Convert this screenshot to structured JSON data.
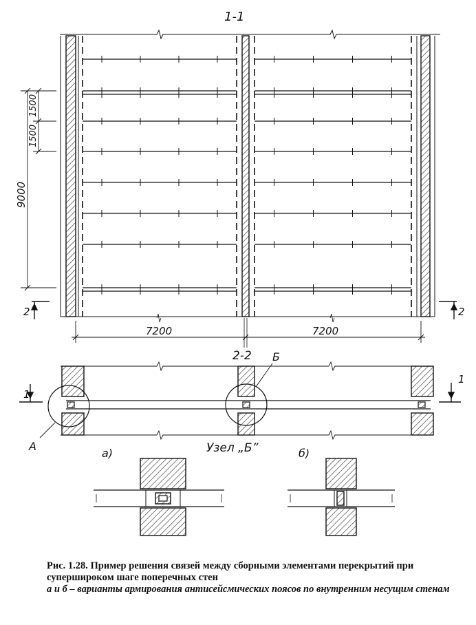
{
  "labels": {
    "section_1_1": "1-1",
    "section_2_2": "2-2",
    "dim_9000": "9000",
    "dim_1500_a": "1500",
    "dim_1500_b": "1500",
    "dim_7200_left": "7200",
    "dim_7200_right": "7200",
    "cut_2_left": "2",
    "cut_2_right": "2",
    "cut_1_left": "1",
    "cut_1_right": "1",
    "node_a": "А",
    "node_b": "Б",
    "node_b_title": "Узел „Б”",
    "variant_a": "а)",
    "variant_b": "б)"
  },
  "caption": {
    "figure": "Рис. 1.28.",
    "title": "Пример решения связей между сборными элементами перекрытий при суперширокoм шаге поперечных стен",
    "subtitle": "а и б – варианты армирования антисейсмических поясов по внутренним несущим стенам"
  }
}
